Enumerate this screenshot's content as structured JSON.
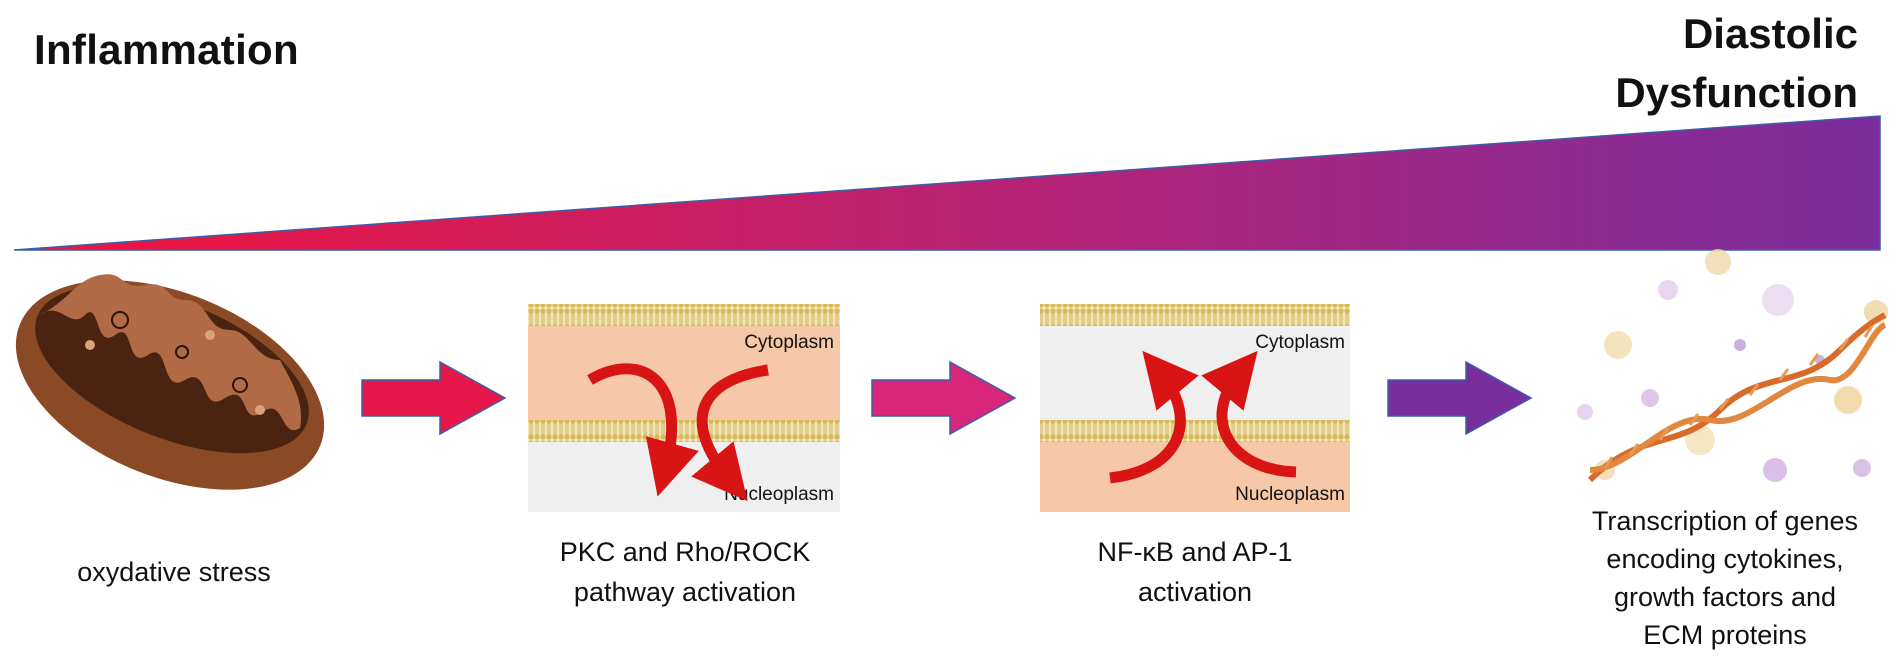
{
  "header": {
    "left_title": "Inflammation",
    "right_title_lines": [
      "Diastolic",
      "Dysfunction"
    ]
  },
  "gradient_colors": {
    "start": "#f0143c",
    "end": "#7a2d9c"
  },
  "steps": [
    {
      "id": "mitochondrion",
      "caption_lines": [
        "oxydative stress"
      ]
    },
    {
      "id": "pkc-rho-rock",
      "caption_lines": [
        "PKC and Rho/ROCK",
        "pathway activation"
      ],
      "panel": {
        "top_label": "Cytoplasm",
        "bottom_label": "Nucleoplasm"
      }
    },
    {
      "id": "nfkb-ap1",
      "caption_lines": [
        "NF-κB and AP-1",
        "activation"
      ],
      "panel": {
        "top_label": "Cytoplasm",
        "bottom_label": "Nucleoplasm"
      }
    },
    {
      "id": "transcription",
      "caption_lines": [
        "Transcription of genes",
        "encoding cytokines,",
        "growth factors and",
        "ECM proteins"
      ]
    }
  ],
  "arrow_colors": [
    "#e8174a",
    "#d8267a",
    "#7a2d9c"
  ]
}
